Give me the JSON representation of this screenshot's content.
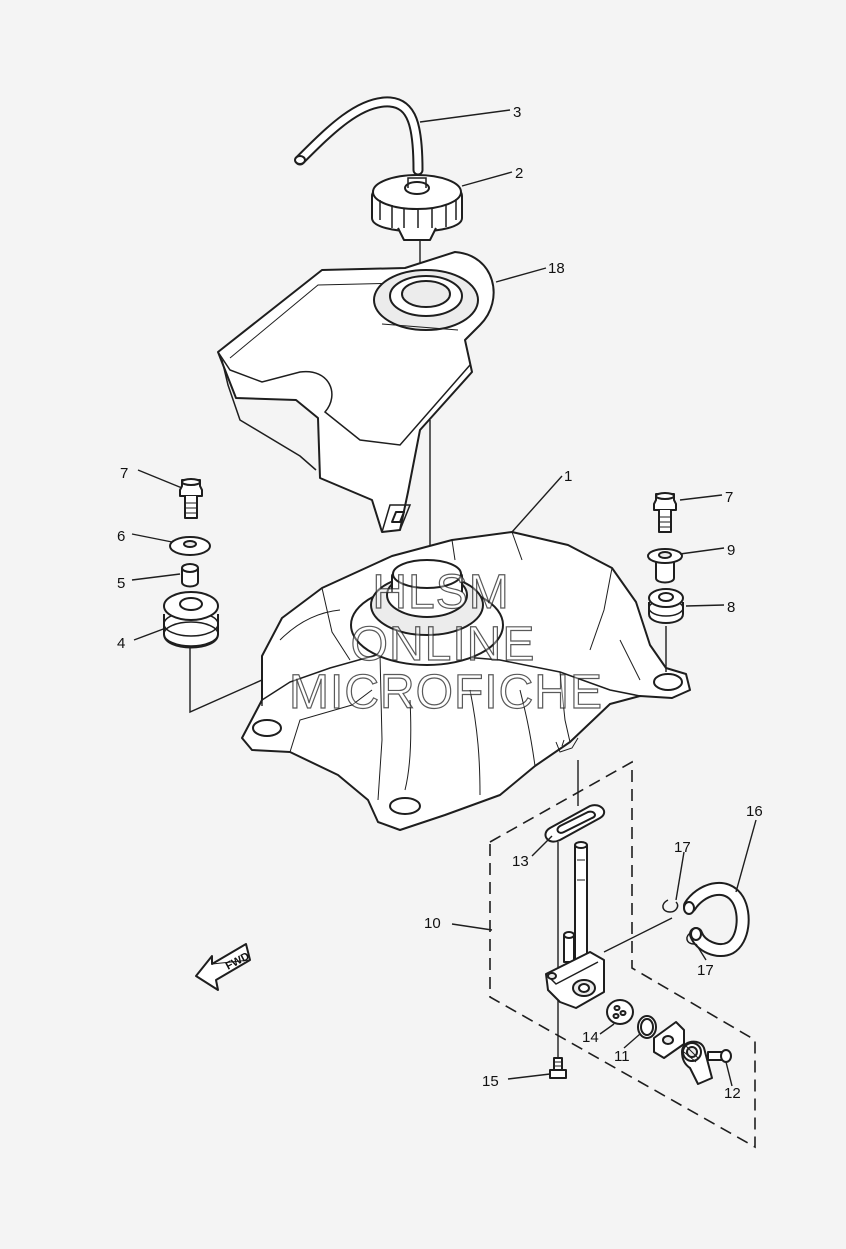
{
  "callouts": {
    "c1": "1",
    "c2": "2",
    "c3": "3",
    "c4": "4",
    "c5": "5",
    "c6": "6",
    "c7a": "7",
    "c7b": "7",
    "c8": "8",
    "c9": "9",
    "c10": "10",
    "c11": "11",
    "c12": "12",
    "c13": "13",
    "c14": "14",
    "c15": "15",
    "c16": "16",
    "c17a": "17",
    "c17b": "17",
    "c18": "18"
  },
  "fwd_label": "FWD",
  "watermark": {
    "line1": "HLSM",
    "line2": "ONLINE",
    "line3": "MICROFICHE"
  }
}
